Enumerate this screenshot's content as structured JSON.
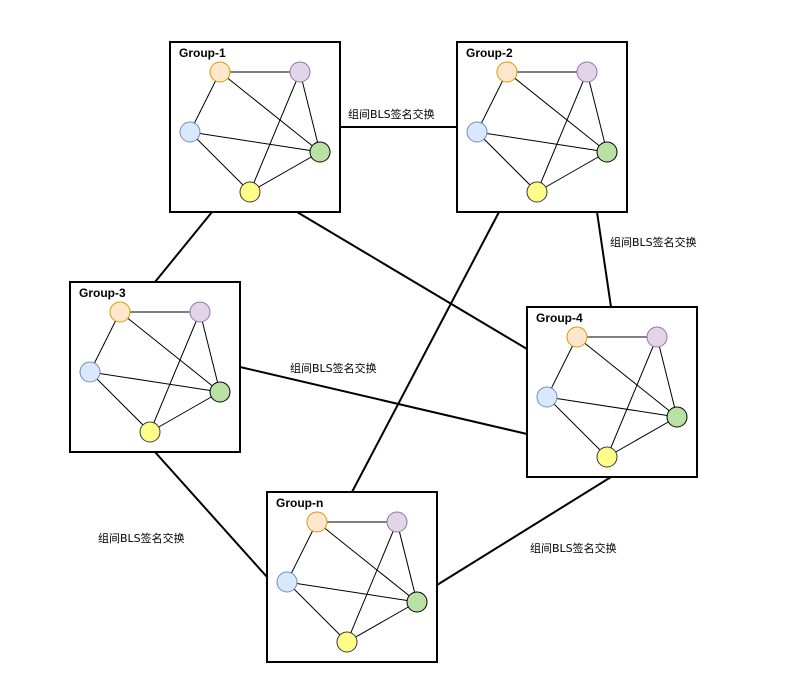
{
  "node_colors": {
    "orange": {
      "fill": "#FFE6CC",
      "stroke": "#D79B00"
    },
    "purple": {
      "fill": "#E1D5E7",
      "stroke": "#9673A6"
    },
    "blue": {
      "fill": "#DAE8FC",
      "stroke": "#6C8EBF"
    },
    "green": {
      "fill": "#D5E8D4",
      "stroke": "#82B366"
    },
    "yellow": {
      "fill": "#FFFF88",
      "stroke": "#36393D"
    }
  },
  "node_colors_alt": {
    "green": {
      "fill": "#B9E0A5",
      "stroke": "#000000"
    }
  },
  "groups": [
    {
      "id": "g1",
      "title": "Group-1"
    },
    {
      "id": "g2",
      "title": "Group-2"
    },
    {
      "id": "g3",
      "title": "Group-3"
    },
    {
      "id": "g4",
      "title": "Group-4"
    },
    {
      "id": "gn",
      "title": "Group-n"
    }
  ],
  "links": [
    {
      "from": "Group-1",
      "to": "Group-2",
      "label": "组间BLS签名交换"
    },
    {
      "from": "Group-2",
      "to": "Group-4",
      "label": "组间BLS签名交换"
    },
    {
      "from": "Group-3",
      "to": "Group-4",
      "label": "组间BLS签名交换"
    },
    {
      "from": "Group-3",
      "to": "Group-n",
      "label": "组间BLS签名交换"
    },
    {
      "from": "Group-4",
      "to": "Group-n",
      "label": "组间BLS签名交换"
    },
    {
      "from": "Group-1",
      "to": "Group-3",
      "label": ""
    },
    {
      "from": "Group-1",
      "to": "Group-4",
      "label": ""
    },
    {
      "from": "Group-2",
      "to": "Group-n",
      "label": ""
    }
  ]
}
